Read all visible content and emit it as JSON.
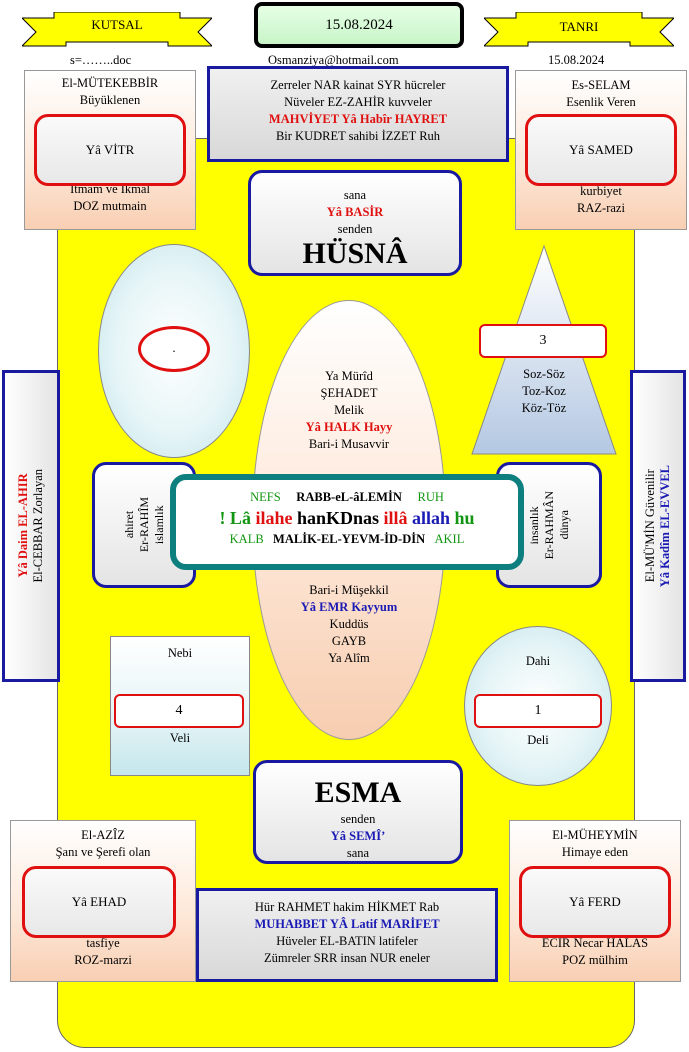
{
  "header": {
    "left_ribbon": "KUTSAL",
    "date_box": "15.08.2024",
    "right_ribbon": "TANRI",
    "left_file": "s=……..doc",
    "email": "Osmanziya@hotmail.com",
    "right_date": "15.08.2024"
  },
  "top_left": {
    "line1": "El-MÜTEKEBBİR",
    "line2": "Büyüklenen",
    "inner": "Yâ VİTR",
    "line3": "İtmam ve İkmal",
    "line4": "DOZ mutmain"
  },
  "top_right": {
    "line1": "Es-SELAM",
    "line2": "Esenlik Veren",
    "inner": "Yâ SAMED",
    "line3": "kurbiyet",
    "line4": "RAZ-razi"
  },
  "top_center": {
    "line1": "Zerreler NAR kainat SYR hücreler",
    "line2": "Nüveler EZ-ZAHİR kuvveler",
    "line3": "MAHVİYET Yâ Habîr HAYRET",
    "line4": "Bir KUDRET sahibi  İZZET Ruh"
  },
  "husna_box": {
    "line1": "sana",
    "line2": "Yâ BASİR",
    "line3": "senden",
    "title": "HÜSNÂ"
  },
  "left_oval": {
    "inner": "."
  },
  "triangle": {
    "number": "3",
    "line1": "Soz-Söz",
    "line2": "Toz-Koz",
    "line3": "Köz-Töz"
  },
  "center_ellipse_top": {
    "line1": "Ya Mürîd",
    "line2": "ŞEHADET",
    "line3": "Melik",
    "line4": "Yâ HALK Hayy",
    "line5": "Bari-i Musavvir"
  },
  "center_ellipse_bottom": {
    "line1": "Bari-i Müşekkil",
    "line2": "Yâ EMR Kayyum",
    "line3": "Kuddüs",
    "line4": "GAYB",
    "line5": "Ya Alîm"
  },
  "left_side": {
    "line1": "Yâ Daim EL-AHIR",
    "line2": "El-CEBBAR Zorlayan"
  },
  "right_side": {
    "line1": "El-MÜ'MİN Güvenilir",
    "line2": "Yâ Kadîm  EL-EVVEL"
  },
  "left_mid": {
    "line1": "ahiret",
    "line2": "Er-RAHÎM",
    "line3": "islamlık"
  },
  "right_mid": {
    "line1": "insanlık",
    "line2": "Er-RAHMÂN",
    "line3": "dünya"
  },
  "center_box": {
    "row1": [
      "NEFS",
      "RABB-eL-âLEMİN",
      "RUH"
    ],
    "row2": [
      "! Lâ",
      "ilahe",
      "hanKDnas",
      "illâ",
      "allah",
      "hu"
    ],
    "row3": [
      "KALB",
      "MALİK-EL-YEVM-İD-DİN",
      "AKIL"
    ]
  },
  "left_lower": {
    "top": "Nebi",
    "number": "4",
    "bottom": "Veli"
  },
  "right_lower": {
    "top": "Dahi",
    "number": "1",
    "bottom": "Deli"
  },
  "esma_box": {
    "title": "ESMA",
    "line1": "senden",
    "line2": "Yâ SEMÎ’",
    "line3": "sana"
  },
  "bottom_left": {
    "line1": "El-AZÎZ",
    "line2": "Şanı ve Şerefi olan",
    "inner": "Yâ EHAD",
    "line3": "tasfiye",
    "line4": "ROZ-marzi"
  },
  "bottom_right": {
    "line1": "El-MÜHEYMİN",
    "line2": "Himaye eden",
    "inner": "Yâ FERD",
    "line3": "ECİR Necar HALAS",
    "line4": "POZ mülhim"
  },
  "bottom_center": {
    "line1": "Hür RAHMET hakim HİKMET Rab",
    "line2": "MUHABBET YÂ Latif MARİFET",
    "line3": "Hüveler EL-BATIN latifeler",
    "line4": "Zümreler SRR insan NUR eneler"
  },
  "colors": {
    "yellow_bg": "#ffff00",
    "navy": "#1a1aa0",
    "red": "#e01010",
    "teal": "#0e7f7f",
    "blue_text": "#1a1ab4",
    "green_text": "#129612"
  }
}
